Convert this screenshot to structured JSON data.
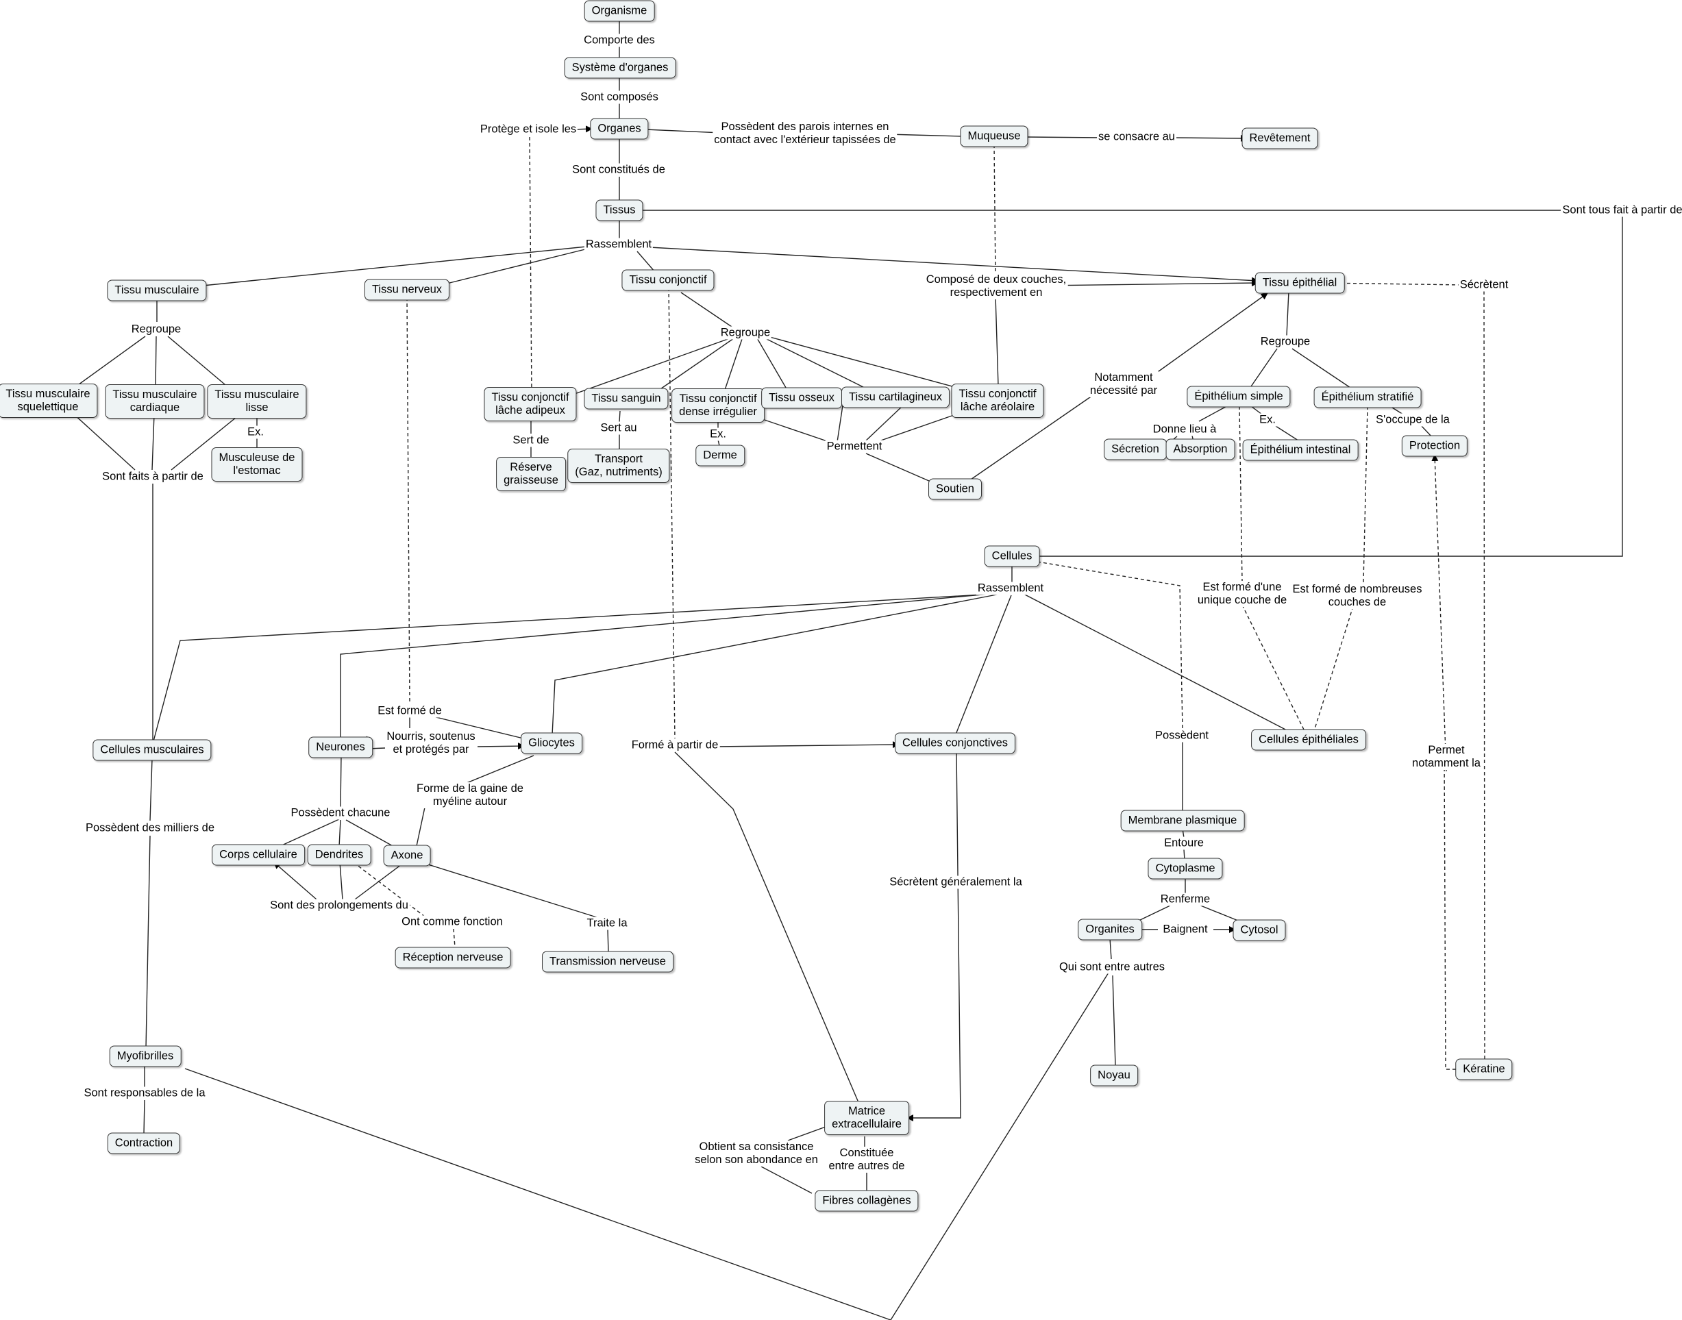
{
  "concept_map": {
    "nodes": [
      {
        "id": "organisme",
        "text": "Organisme"
      },
      {
        "id": "systeme",
        "text": "Système d'organes"
      },
      {
        "id": "organes",
        "text": "Organes"
      },
      {
        "id": "muqueuse",
        "text": "Muqueuse"
      },
      {
        "id": "revetement",
        "text": "Revêtement"
      },
      {
        "id": "tissus",
        "text": "Tissus"
      },
      {
        "id": "tissu_musculaire",
        "text": "Tissu musculaire"
      },
      {
        "id": "tissu_nerveux",
        "text": "Tissu nerveux"
      },
      {
        "id": "tissu_conjonctif",
        "text": "Tissu conjonctif"
      },
      {
        "id": "tissu_epithelial",
        "text": "Tissu épithélial"
      },
      {
        "id": "tm_squel",
        "text": "Tissu musculaire\nsquelettique"
      },
      {
        "id": "tm_card",
        "text": "Tissu musculaire\ncardiaque"
      },
      {
        "id": "tm_lisse",
        "text": "Tissu musculaire\nlisse"
      },
      {
        "id": "musculeuse",
        "text": "Musculeuse de\nl'estomac"
      },
      {
        "id": "tc_adipeux",
        "text": "Tissu conjonctif\nlâche adipeux"
      },
      {
        "id": "reserve",
        "text": "Réserve\ngraisseuse"
      },
      {
        "id": "sanguin",
        "text": "Tissu sanguin"
      },
      {
        "id": "transport",
        "text": "Transport\n(Gaz, nutriments)"
      },
      {
        "id": "tc_dense",
        "text": "Tissu conjonctif\ndense irrégulier"
      },
      {
        "id": "derme",
        "text": "Derme"
      },
      {
        "id": "osseux",
        "text": "Tissu osseux"
      },
      {
        "id": "cartilagineux",
        "text": "Tissu cartilagineux"
      },
      {
        "id": "tc_areolaire",
        "text": "Tissu conjonctif\nlâche aréolaire"
      },
      {
        "id": "soutien",
        "text": "Soutien"
      },
      {
        "id": "ep_simple",
        "text": "Épithélium simple"
      },
      {
        "id": "ep_stratifie",
        "text": "Épithélium stratifié"
      },
      {
        "id": "secretion",
        "text": "Sécretion"
      },
      {
        "id": "absorption",
        "text": "Absorption"
      },
      {
        "id": "ep_intestinal",
        "text": "Épithélium intestinal"
      },
      {
        "id": "protection",
        "text": "Protection"
      },
      {
        "id": "cellules",
        "text": "Cellules"
      },
      {
        "id": "cell_musc",
        "text": "Cellules musculaires"
      },
      {
        "id": "neurones",
        "text": "Neurones"
      },
      {
        "id": "gliocytes",
        "text": "Gliocytes"
      },
      {
        "id": "cell_conj",
        "text": "Cellules conjonctives"
      },
      {
        "id": "cell_epi",
        "text": "Cellules épithéliales"
      },
      {
        "id": "corps",
        "text": "Corps cellulaire"
      },
      {
        "id": "dendrites",
        "text": "Dendrites"
      },
      {
        "id": "axone",
        "text": "Axone"
      },
      {
        "id": "reception",
        "text": "Réception nerveuse"
      },
      {
        "id": "transmission",
        "text": "Transmission nerveuse"
      },
      {
        "id": "membrane",
        "text": "Membrane plasmique"
      },
      {
        "id": "cytoplasme",
        "text": "Cytoplasme"
      },
      {
        "id": "organites",
        "text": "Organites"
      },
      {
        "id": "cytosol",
        "text": "Cytosol"
      },
      {
        "id": "noyau",
        "text": "Noyau"
      },
      {
        "id": "keratine",
        "text": "Kératine"
      },
      {
        "id": "myofibrilles",
        "text": "Myofibrilles"
      },
      {
        "id": "contraction",
        "text": "Contraction"
      },
      {
        "id": "matrice",
        "text": "Matrice\nextracellulaire"
      },
      {
        "id": "fibres",
        "text": "Fibres collagènes"
      }
    ],
    "link_labels": [
      {
        "id": "l_comporte",
        "text": "Comporte des"
      },
      {
        "id": "l_composes",
        "text": "Sont composés"
      },
      {
        "id": "l_protege",
        "text": "Protège et isole les"
      },
      {
        "id": "l_parois",
        "text": "Possèdent des parois internes en\ncontact avec l'extérieur tapissées de"
      },
      {
        "id": "l_consacre",
        "text": "se consacre au"
      },
      {
        "id": "l_constitues",
        "text": "Sont constitués de"
      },
      {
        "id": "l_tousfait",
        "text": "Sont tous fait à partir de"
      },
      {
        "id": "l_rassemblent1",
        "text": "Rassemblent"
      },
      {
        "id": "l_secretent",
        "text": "Sécrètent"
      },
      {
        "id": "l_compose",
        "text": "Composé de deux couches,\nrespectivement en"
      },
      {
        "id": "l_regroupe1",
        "text": "Regroupe"
      },
      {
        "id": "l_regroupe2",
        "text": "Regroupe"
      },
      {
        "id": "l_regroupe3",
        "text": "Regroupe"
      },
      {
        "id": "l_notamment",
        "text": "Notamment\nnécessité par"
      },
      {
        "id": "l_ex1",
        "text": "Ex."
      },
      {
        "id": "l_faits",
        "text": "Sont faits à partir de"
      },
      {
        "id": "l_sertde",
        "text": "Sert de"
      },
      {
        "id": "l_sertau",
        "text": "Sert au"
      },
      {
        "id": "l_ex2",
        "text": "Ex."
      },
      {
        "id": "l_permettent",
        "text": "Permettent"
      },
      {
        "id": "l_donne",
        "text": "Donne lieu à"
      },
      {
        "id": "l_ex3",
        "text": "Ex."
      },
      {
        "id": "l_soccupe",
        "text": "S'occupe de la"
      },
      {
        "id": "l_rassemblent2",
        "text": "Rassemblent"
      },
      {
        "id": "l_unique",
        "text": "Est formé d'une\nunique couche de"
      },
      {
        "id": "l_nombreuses",
        "text": "Est formé de nombreuses\ncouches de"
      },
      {
        "id": "l_estforme",
        "text": "Est formé de"
      },
      {
        "id": "l_nourris",
        "text": "Nourris, soutenus\net protégés par"
      },
      {
        "id": "l_formepartir",
        "text": "Formé à partir de"
      },
      {
        "id": "l_possedent",
        "text": "Possèdent"
      },
      {
        "id": "l_permet",
        "text": "Permet\nnotamment la"
      },
      {
        "id": "l_gaine",
        "text": "Forme de la gaine de\nmyéline autour"
      },
      {
        "id": "l_possedent_chacune",
        "text": "Possèdent chacune"
      },
      {
        "id": "l_milliers",
        "text": "Possèdent des milliers de"
      },
      {
        "id": "l_prolongements",
        "text": "Sont des prolongements du"
      },
      {
        "id": "l_fonction",
        "text": "Ont comme fonction"
      },
      {
        "id": "l_traite",
        "text": "Traite la"
      },
      {
        "id": "l_secretent_gen",
        "text": "Sécrètent généralement la"
      },
      {
        "id": "l_entoure",
        "text": "Entoure"
      },
      {
        "id": "l_renferme",
        "text": "Renferme"
      },
      {
        "id": "l_baignent",
        "text": "Baignent"
      },
      {
        "id": "l_qui",
        "text": "Qui sont entre autres"
      },
      {
        "id": "l_responsables",
        "text": "Sont responsables de la"
      },
      {
        "id": "l_consistance",
        "text": "Obtient sa consistance\nselon son abondance en"
      },
      {
        "id": "l_constituee",
        "text": "Constituée\nentre autres de"
      }
    ]
  }
}
